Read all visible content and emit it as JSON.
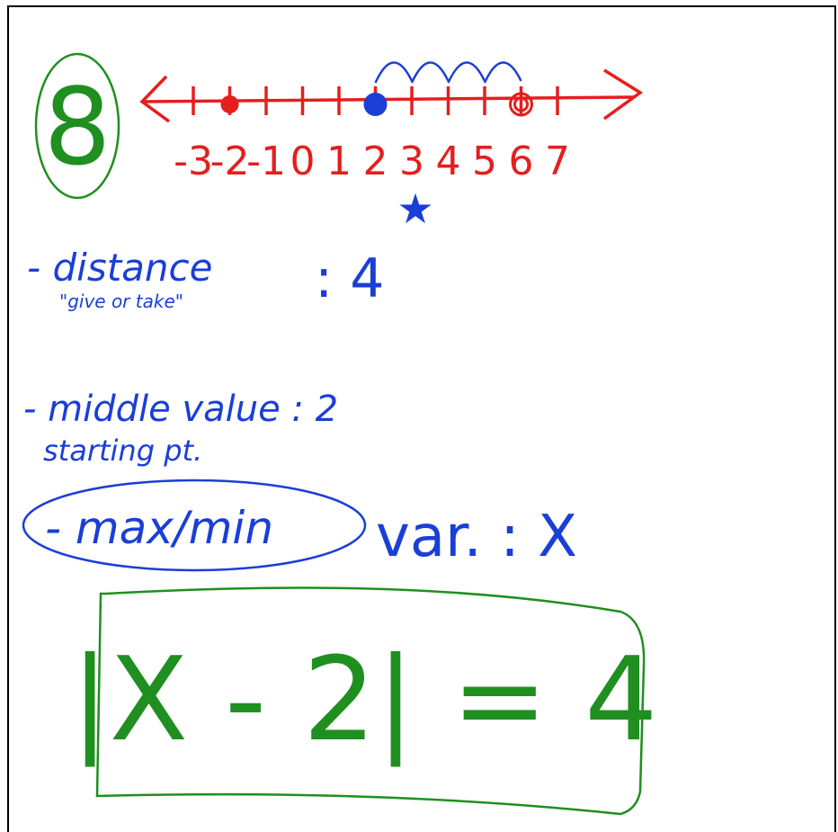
{
  "problem": {
    "number": "8",
    "number_color": "#1f8f1f"
  },
  "number_line": {
    "color": "#e61e1e",
    "tick_labels": [
      "-3",
      "-2",
      "-1",
      "0",
      "1",
      "2",
      "3",
      "4",
      "5",
      "6",
      "7"
    ],
    "closed_point_value": -2,
    "center_point_value": 2,
    "target_point_value": 6,
    "jump_count": 4,
    "jump_color": "#1a3fd6"
  },
  "notes": {
    "color": "#1a3fd6",
    "star": "★",
    "distance_label": "- distance",
    "distance_sub": "\"give or take\"",
    "distance_value": ": 4",
    "middle_label": "- middle value : 2",
    "middle_sub": "starting pt.",
    "maxmin_label": "- max/min",
    "var_label": "var. : X"
  },
  "equation": {
    "text": "|X - 2| = 4",
    "color": "#1f8f1f"
  }
}
